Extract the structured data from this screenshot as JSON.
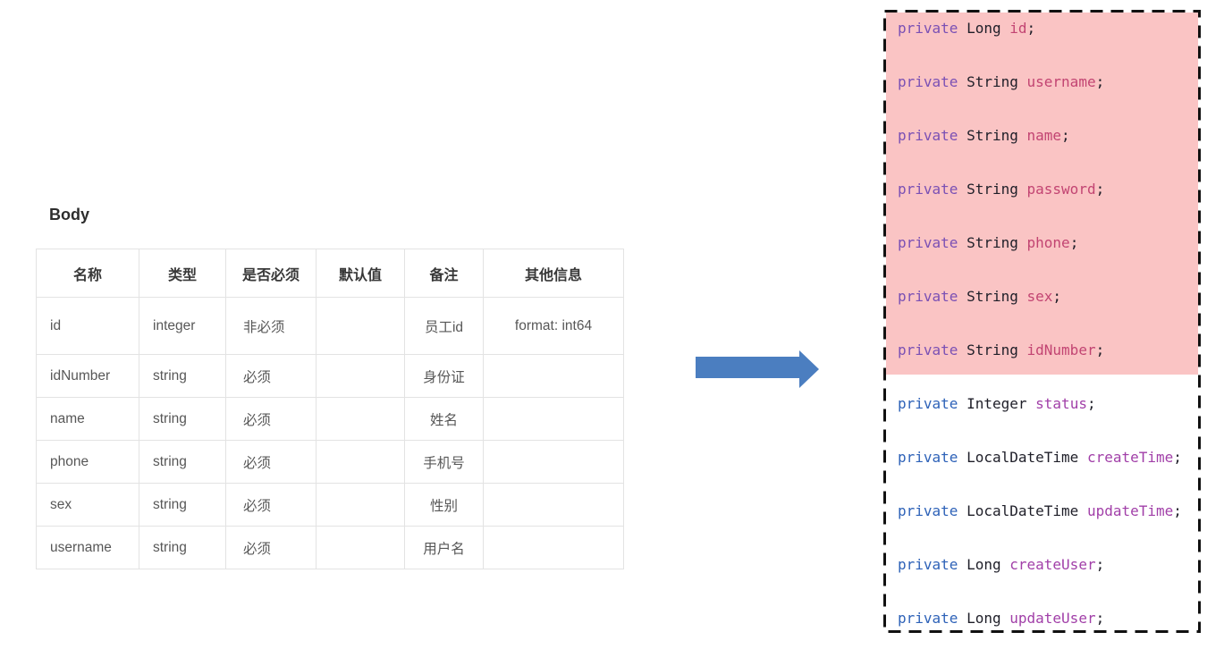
{
  "table_panel": {
    "title": "Body",
    "headers": [
      "名称",
      "类型",
      "是否必须",
      "默认值",
      "备注",
      "其他信息"
    ],
    "rows": [
      {
        "name": "id",
        "type": "integer",
        "required": "非必须",
        "default": "",
        "remark": "员工id",
        "extra": "format: int64"
      },
      {
        "name": "idNumber",
        "type": "string",
        "required": "必须",
        "default": "",
        "remark": "身份证",
        "extra": ""
      },
      {
        "name": "name",
        "type": "string",
        "required": "必须",
        "default": "",
        "remark": "姓名",
        "extra": ""
      },
      {
        "name": "phone",
        "type": "string",
        "required": "必须",
        "default": "",
        "remark": "手机号",
        "extra": ""
      },
      {
        "name": "sex",
        "type": "string",
        "required": "必须",
        "default": "",
        "remark": "性别",
        "extra": ""
      },
      {
        "name": "username",
        "type": "string",
        "required": "必须",
        "default": "",
        "remark": "用户名",
        "extra": ""
      }
    ]
  },
  "arrow": {
    "direction": "right",
    "color": "#4b7ec0"
  },
  "code_panel": {
    "highlight_color": "#fac4c4",
    "border_color": "#111111",
    "token_colors": {
      "keyword": "#2e62b8",
      "keyword_highlighted": "#7a50b4",
      "type": "#1e1e28",
      "name": "#a13fa8",
      "name_highlighted": "#c24472",
      "punctuation": "#1e1e28"
    },
    "lines": [
      {
        "keyword": "private",
        "type": "Long",
        "name": "id",
        "highlighted": true
      },
      {
        "keyword": "private",
        "type": "String",
        "name": "username",
        "highlighted": true
      },
      {
        "keyword": "private",
        "type": "String",
        "name": "name",
        "highlighted": true
      },
      {
        "keyword": "private",
        "type": "String",
        "name": "password",
        "highlighted": true
      },
      {
        "keyword": "private",
        "type": "String",
        "name": "phone",
        "highlighted": true
      },
      {
        "keyword": "private",
        "type": "String",
        "name": "sex",
        "highlighted": true
      },
      {
        "keyword": "private",
        "type": "String",
        "name": "idNumber",
        "highlighted": true
      },
      {
        "keyword": "private",
        "type": "Integer",
        "name": "status",
        "highlighted": false
      },
      {
        "keyword": "private",
        "type": "LocalDateTime",
        "name": "createTime",
        "highlighted": false
      },
      {
        "keyword": "private",
        "type": "LocalDateTime",
        "name": "updateTime",
        "highlighted": false
      },
      {
        "keyword": "private",
        "type": "Long",
        "name": "createUser",
        "highlighted": false
      },
      {
        "keyword": "private",
        "type": "Long",
        "name": "updateUser",
        "highlighted": false
      }
    ]
  }
}
